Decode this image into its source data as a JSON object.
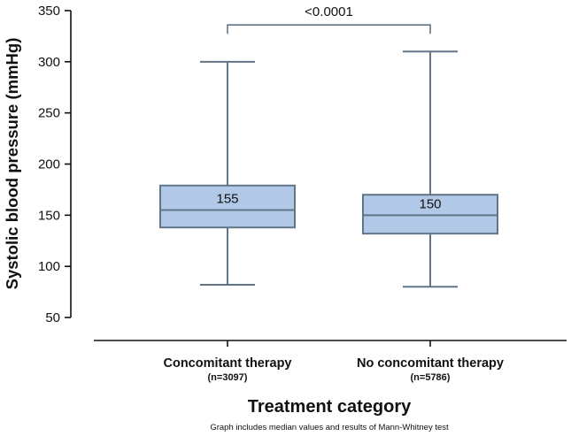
{
  "chart_data": {
    "type": "box",
    "xlabel": "Treatment category",
    "ylabel": "Systolic blood pressure (mmHg)",
    "ylim": [
      50,
      350
    ],
    "yticks": [
      50,
      100,
      150,
      200,
      250,
      300,
      350
    ],
    "grid": false,
    "categories": [
      {
        "label": "Concomitant therapy",
        "sublabel": "(n=3097)"
      },
      {
        "label": "No concomitant therapy",
        "sublabel": "(n=5786)"
      }
    ],
    "boxes": [
      {
        "min": 82,
        "q1": 138,
        "median": 155,
        "q3": 179,
        "max": 300,
        "median_label": "155"
      },
      {
        "min": 80,
        "q1": 132,
        "median": 150,
        "q3": 170,
        "max": 310,
        "median_label": "150"
      }
    ],
    "significance": {
      "label": "<0.0001",
      "value": 336
    },
    "footnote": "Graph includes median values and results of Mann-Whitney test",
    "colors": {
      "box_fill": "#b1c8e6",
      "box_stroke": "#607688",
      "axis": "#111111"
    }
  }
}
